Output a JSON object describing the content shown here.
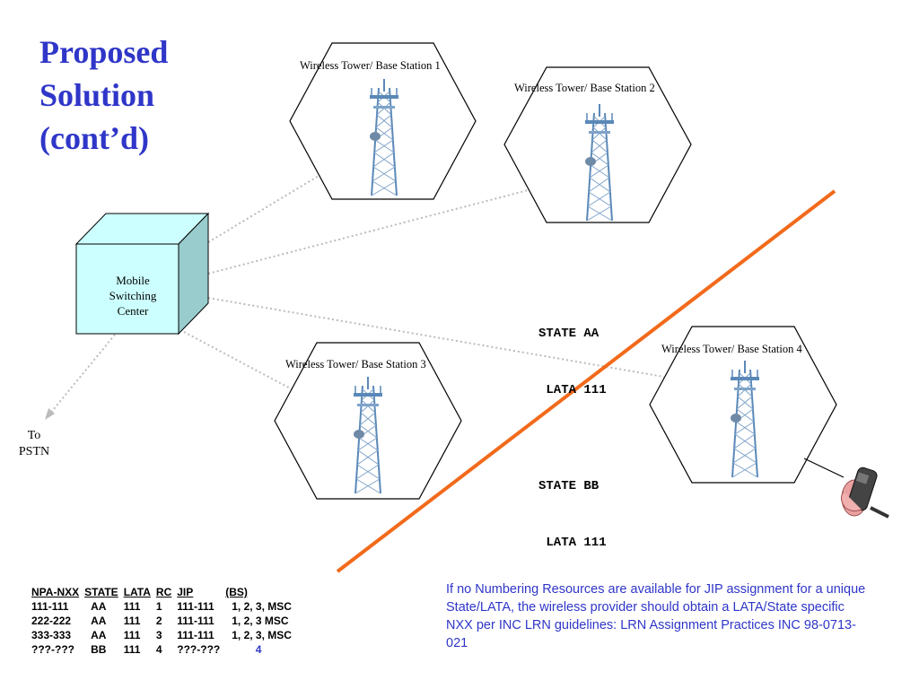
{
  "title": {
    "line1": "Proposed",
    "line2": "Solution",
    "line3": "(cont’d)"
  },
  "colors": {
    "title": "#2f36c8",
    "boundary": "#f26a1b",
    "msc_fill": "#ccffff",
    "msc_side": "#99cccc",
    "note": "#2f36c8",
    "tower": "#5a88b8"
  },
  "msc": {
    "line1": "Mobile",
    "line2": "Switching",
    "line3": "Center"
  },
  "pstn": {
    "line1": "To",
    "line2": "PSTN"
  },
  "towers": [
    {
      "label": "Wireless Tower/ Base Station 1",
      "icon": "cell-tower-icon"
    },
    {
      "label": "Wireless Tower/ Base Station 2",
      "icon": "cell-tower-icon"
    },
    {
      "label": "Wireless Tower/ Base Station 3",
      "icon": "cell-tower-icon"
    },
    {
      "label": "Wireless Tower/ Base Station 4",
      "icon": "cell-tower-icon"
    }
  ],
  "regions": {
    "aa": {
      "state": "STATE AA",
      "lata": " LATA 111"
    },
    "bb": {
      "state": "STATE BB",
      "lata": " LATA 111"
    }
  },
  "phone_icon": "hand-holding-cellphone-icon",
  "table": {
    "headers": [
      "NPA-NXX",
      "STATE",
      "LATA",
      "RC",
      "JIP",
      "(BS)"
    ],
    "rows": [
      [
        "111-111",
        "AA",
        "111",
        "1",
        "111-111",
        "1, 2, 3, MSC"
      ],
      [
        "222-222",
        "AA",
        "111",
        "2",
        "111-111",
        "1, 2, 3  MSC"
      ],
      [
        "333-333",
        "AA",
        "111",
        "3",
        "111-111",
        "1, 2, 3, MSC"
      ],
      [
        "???-???",
        "BB",
        "111",
        "4",
        "???-???",
        "4"
      ]
    ]
  },
  "note": "If no Numbering Resources are available for JIP assignment for a unique State/LATA, the wireless provider should obtain a LATA/State specific NXX per INC LRN guidelines: LRN Assignment Practices INC 98-0713-021"
}
